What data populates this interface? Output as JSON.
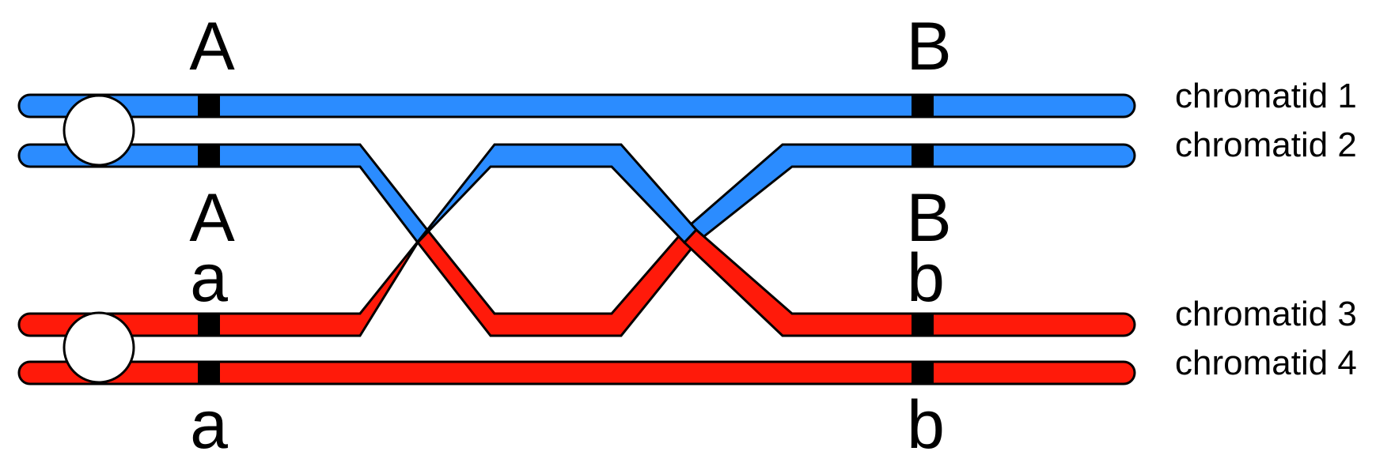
{
  "colors": {
    "chromatid_blue": "#2b8cff",
    "chromatid_red": "#ff1a0a",
    "outline": "#000000",
    "centromere": "#ffffff",
    "locus_marker": "#000000",
    "background": "#ffffff"
  },
  "locus_labels": {
    "upper_A_top": "A",
    "upper_A_bottom": "A",
    "upper_B_top": "B",
    "upper_B_bottom": "B",
    "lower_a_top": "a",
    "lower_a_bottom": "a",
    "lower_b_top": "b",
    "lower_b_bottom": "b"
  },
  "chromatids": [
    {
      "label": "chromatid 1",
      "color": "blue"
    },
    {
      "label": "chromatid 2",
      "color": "blue"
    },
    {
      "label": "chromatid 3",
      "color": "red"
    },
    {
      "label": "chromatid 4",
      "color": "red"
    }
  ]
}
